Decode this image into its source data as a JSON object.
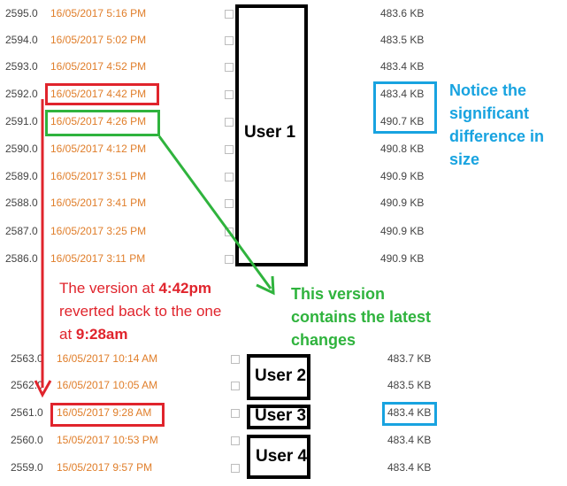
{
  "group1_rows": [
    {
      "version": "2595.0",
      "date": "16/05/2017 5:16 PM",
      "size": "483.6 KB"
    },
    {
      "version": "2594.0",
      "date": "16/05/2017 5:02 PM",
      "size": "483.5 KB"
    },
    {
      "version": "2593.0",
      "date": "16/05/2017 4:52 PM",
      "size": "483.4 KB"
    },
    {
      "version": "2592.0",
      "date": "16/05/2017 4:42 PM",
      "size": "483.4 KB"
    },
    {
      "version": "2591.0",
      "date": "16/05/2017 4:26 PM",
      "size": "490.7 KB"
    },
    {
      "version": "2590.0",
      "date": "16/05/2017 4:12 PM",
      "size": "490.8 KB"
    },
    {
      "version": "2589.0",
      "date": "16/05/2017 3:51 PM",
      "size": "490.9 KB"
    },
    {
      "version": "2588.0",
      "date": "16/05/2017 3:41 PM",
      "size": "490.9 KB"
    },
    {
      "version": "2587.0",
      "date": "16/05/2017 3:25 PM",
      "size": "490.9 KB"
    },
    {
      "version": "2586.0",
      "date": "16/05/2017 3:11 PM",
      "size": "490.9 KB"
    }
  ],
  "group2_rows": [
    {
      "version": "2563.0",
      "date": "16/05/2017 10:14 AM",
      "size": "483.7 KB"
    },
    {
      "version": "2562.0",
      "date": "16/05/2017 10:05 AM",
      "size": "483.5 KB"
    },
    {
      "version": "2561.0",
      "date": "16/05/2017 9:28 AM",
      "size": "483.4 KB"
    },
    {
      "version": "2560.0",
      "date": "15/05/2017 10:53 PM",
      "size": "483.4 KB"
    },
    {
      "version": "2559.0",
      "date": "15/05/2017 9:57 PM",
      "size": "483.4 KB"
    }
  ],
  "users": {
    "user1": "User 1",
    "user2": "User 2",
    "user3": "User 3",
    "user4": "User 4"
  },
  "notes": {
    "blue": [
      "Notice the",
      "significant",
      "difference in",
      "size"
    ],
    "green": [
      "This version",
      "contains the latest",
      "changes"
    ],
    "red": {
      "line1_prefix": "The version at ",
      "line1_time": "4:42pm",
      "line2": "reverted back to the one",
      "line3_prefix": "at ",
      "line3_time": "9:28am"
    }
  },
  "colors": {
    "date": "#e07e2a",
    "red": "#e0242c",
    "green": "#2fb33d",
    "blue": "#18a3e0",
    "black": "#000000"
  }
}
